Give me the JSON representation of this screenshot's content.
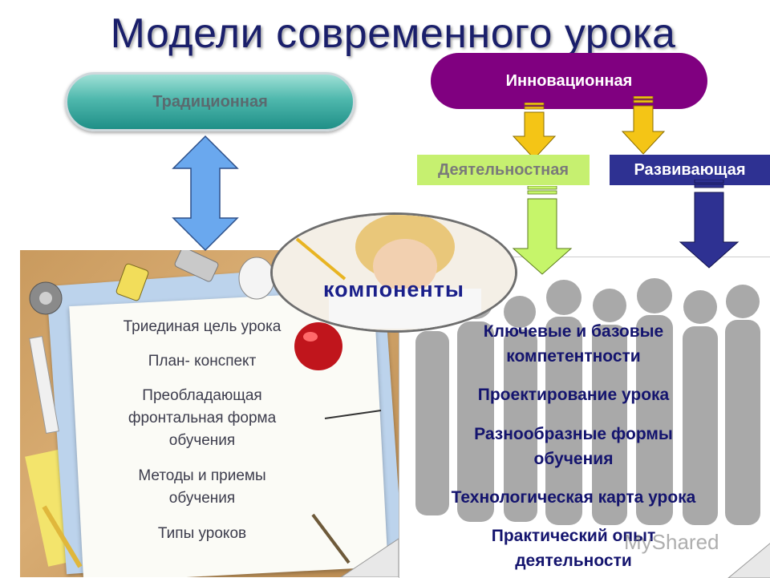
{
  "title": "Модели современного урока",
  "models": {
    "traditional": "Традиционная",
    "innovative": "Инновационная",
    "activity": "Деятельностная",
    "developing": "Развивающая"
  },
  "components_label": "компоненты",
  "traditional_items": [
    "Триединая цель урока",
    "План- конспект",
    "Преобладающая фронтальная форма обучения",
    "Методы и приемы обучения",
    "Типы уроков"
  ],
  "innovative_items": [
    "Ключевые и базовые компетентности",
    "Проектирование урока",
    "Разнообразные формы обучения",
    "Технологическая карта урока",
    "Практический опыт деятельности"
  ],
  "watermark": "MyShared",
  "colors": {
    "title": "#1a1f6b",
    "traditional": "#2f9c93",
    "innovative": "#800080",
    "activity": "#c6f070",
    "developing": "#2e3192",
    "arrow_blue": "#6aa8ee",
    "arrow_yellow": "#f4c516",
    "arrow_green": "#c6f56a",
    "arrow_navy": "#2e3192"
  }
}
